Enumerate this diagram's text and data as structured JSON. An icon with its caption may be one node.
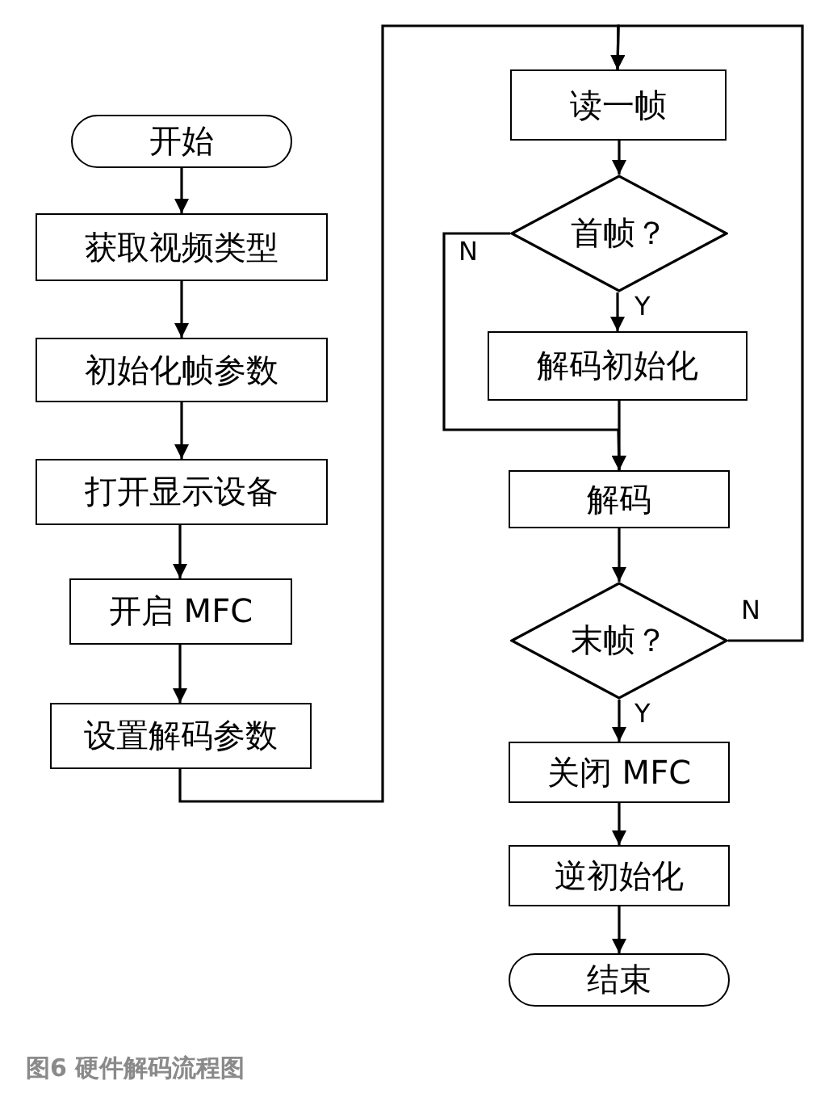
{
  "diagram": {
    "caption": "图6 硬件解码流程图",
    "nodes": [
      {
        "text": [
          "开始"
        ]
      },
      {
        "text": [
          "获取视频类型"
        ]
      },
      {
        "text": [
          "初始化帧参数"
        ]
      },
      {
        "text": [
          "打开显示设备"
        ]
      },
      {
        "text": [
          "开启 MFC"
        ]
      },
      {
        "text": [
          "设置解码参数"
        ]
      },
      {
        "text": [
          "读一帧"
        ]
      },
      {
        "text": [
          "首帧？"
        ]
      },
      {
        "text": [
          "解码初始化"
        ]
      },
      {
        "text": [
          "解码"
        ]
      },
      {
        "text": [
          "末帧？"
        ]
      },
      {
        "text": [
          "关闭 MFC"
        ]
      },
      {
        "text": [
          "逆初始化"
        ]
      },
      {
        "text": [
          "结束"
        ]
      }
    ],
    "edges": [
      {
        "from": 0,
        "to": 1,
        "arrow": "to"
      },
      {
        "from": 1,
        "to": 2,
        "arrow": "to"
      },
      {
        "from": 2,
        "to": 3,
        "arrow": "to"
      },
      {
        "from": 3,
        "to": 4,
        "arrow": "to"
      },
      {
        "from": 4,
        "to": 5,
        "arrow": "to"
      },
      {
        "from": 5,
        "to": 6,
        "arrow": "to"
      },
      {
        "from": 6,
        "to": 7,
        "arrow": "to"
      },
      {
        "from": 7,
        "to": 8,
        "arrow": "to",
        "label": "Y"
      },
      {
        "from": 7,
        "to": 9,
        "arrow": "to",
        "label": "N"
      },
      {
        "from": 8,
        "to": 9,
        "arrow": "to"
      },
      {
        "from": 9,
        "to": 10,
        "arrow": "to"
      },
      {
        "from": 10,
        "to": 11,
        "arrow": "to",
        "label": "Y"
      },
      {
        "from": 10,
        "to": 6,
        "arrow": "to",
        "label": "N"
      },
      {
        "from": 11,
        "to": 12,
        "arrow": "to"
      },
      {
        "from": 12,
        "to": 13,
        "arrow": "to"
      }
    ]
  }
}
